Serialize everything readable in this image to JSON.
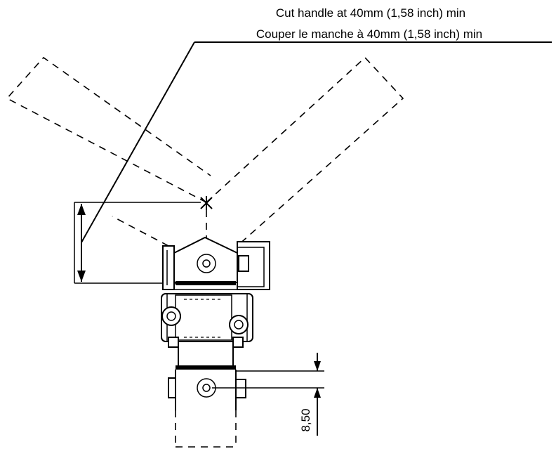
{
  "annotation": {
    "line_en": "Cut handle at 40mm (1,58 inch) min",
    "line_fr": "Couper le manche à 40mm (1,58 inch) min"
  },
  "dimension": {
    "label": "8,50"
  }
}
